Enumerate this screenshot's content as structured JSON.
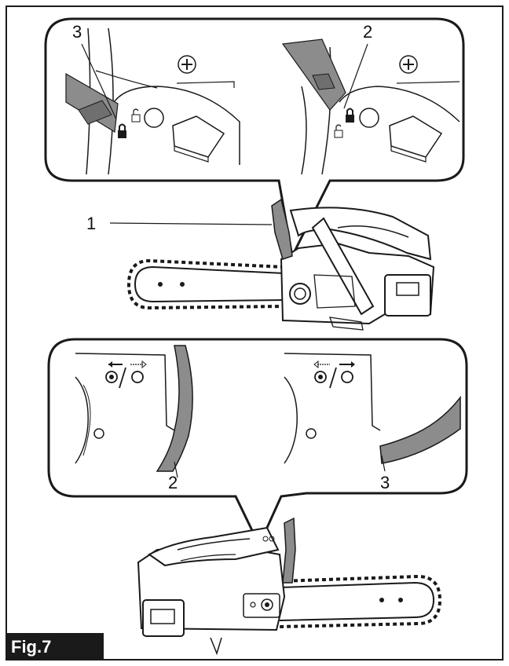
{
  "figure": {
    "label": "Fig.7"
  },
  "callouts": {
    "top_left": "3",
    "top_right": "2",
    "chain_brake": "1",
    "bottom_left": "2",
    "bottom_right": "3"
  },
  "colors": {
    "line": "#1a1a1a",
    "lever_fill": "#8c8c8c",
    "fig_label_bg": "#1a1a1a"
  },
  "icons": [
    "lock-closed-icon",
    "lock-open-icon",
    "brake-arrow-left-icon",
    "brake-arrow-right-icon"
  ]
}
